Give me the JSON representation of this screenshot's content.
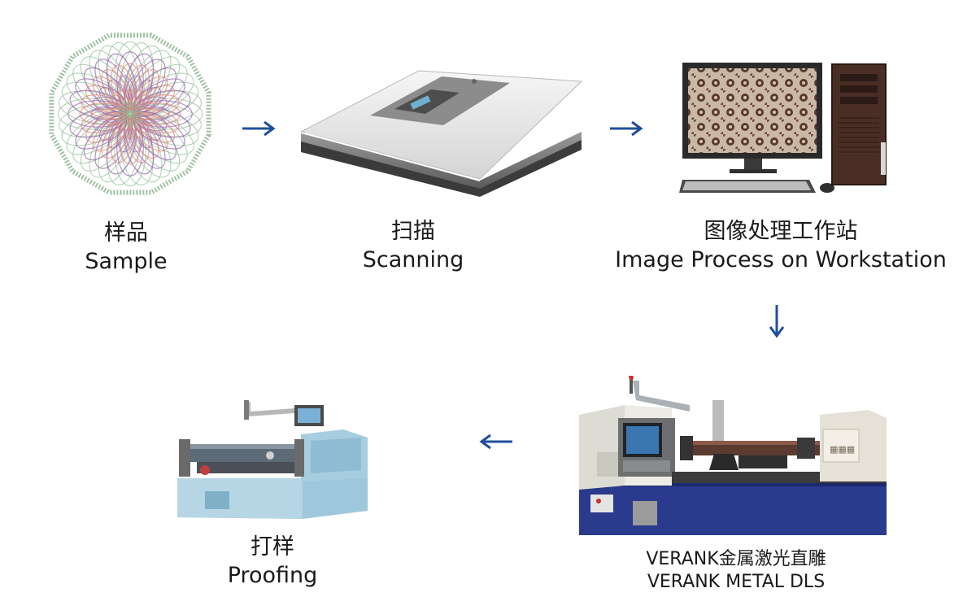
{
  "steps": [
    {
      "zh": "样品",
      "en": "Sample",
      "image": "rosette-pattern"
    },
    {
      "zh": "扫描",
      "en": "Scanning",
      "image": "flatbed-scanner"
    },
    {
      "zh": "图像处理工作站",
      "en": "Image Process on Workstation",
      "image": "desktop-workstation"
    },
    {
      "zh": "VERANK金属激光直雕",
      "en": "VERANK METAL DLS",
      "image": "laser-engraving-machine"
    },
    {
      "zh": "打样",
      "en": "Proofing",
      "image": "proofing-press"
    }
  ],
  "colors": {
    "arrow": "#1f4e9c",
    "text": "#1a1a1a",
    "machine_blue": "#2a3a8c",
    "press_blue": "#9ec7dc"
  }
}
